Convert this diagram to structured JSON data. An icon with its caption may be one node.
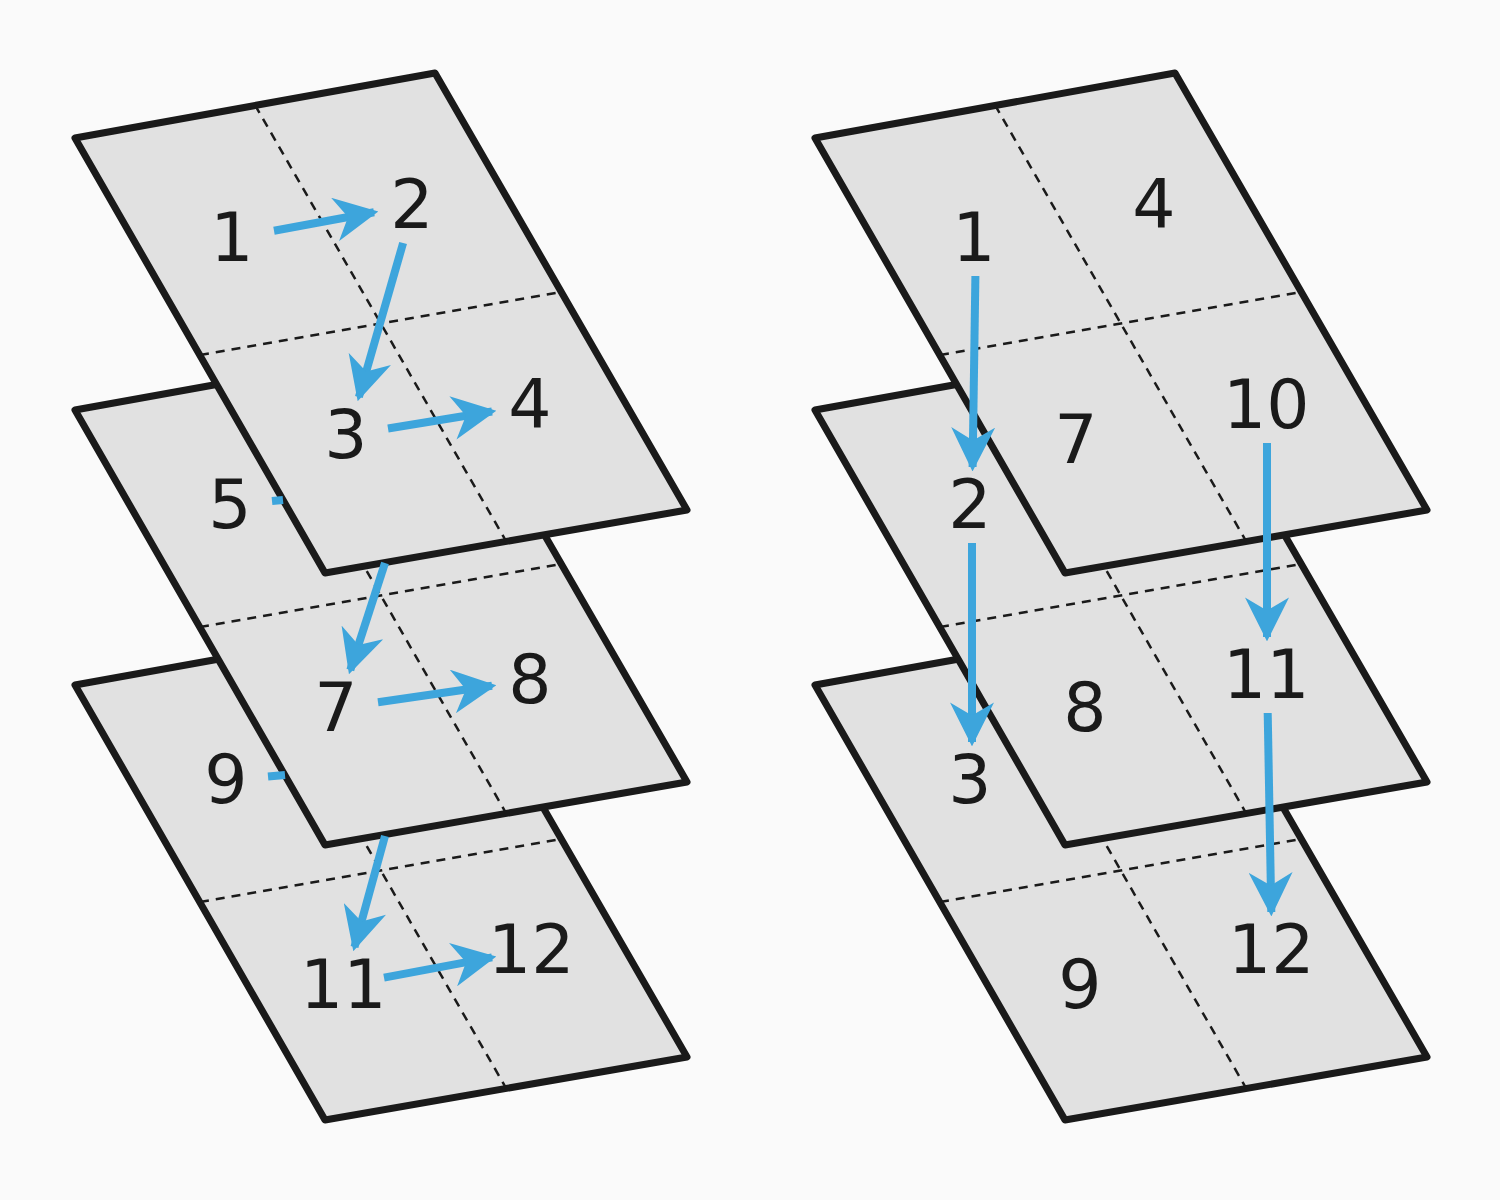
{
  "diagram": {
    "nodes": [
      {
        "text": [],
        "shape": "box"
      },
      {
        "text": [
          "1"
        ],
        "in": 0
      },
      {
        "text": [
          "2"
        ],
        "in": 0
      },
      {
        "text": [
          "3"
        ]
      },
      {
        "text": [
          "4"
        ],
        "in": 0
      },
      {
        "text": [],
        "shape": "box"
      },
      {
        "text": [
          "5"
        ],
        "in": 5
      },
      {
        "text": [
          "7"
        ]
      },
      {
        "text": [
          "8"
        ],
        "in": 5
      },
      {
        "text": [],
        "shape": "box"
      },
      {
        "text": [
          "9"
        ],
        "in": 9
      },
      {
        "text": [
          "11"
        ],
        "in": 9
      },
      {
        "text": [
          "12"
        ],
        "in": 9
      },
      {
        "text": [],
        "shape": "box"
      },
      {
        "text": [
          "1"
        ],
        "in": 13
      },
      {
        "text": [
          "4"
        ],
        "in": 13
      },
      {
        "text": [
          "7"
        ]
      },
      {
        "text": [
          "10"
        ],
        "in": 13
      },
      {
        "text": [],
        "shape": "box"
      },
      {
        "text": [
          "2"
        ],
        "in": 18
      },
      {
        "text": [
          "8"
        ]
      },
      {
        "text": [
          "11"
        ],
        "in": 18
      },
      {
        "text": [],
        "shape": "box"
      },
      {
        "text": [
          "3"
        ],
        "in": 22
      },
      {
        "text": [
          "9"
        ],
        "in": 22
      },
      {
        "text": [
          "12"
        ],
        "in": 22
      }
    ],
    "edges": [
      {
        "from": 1,
        "to": 2,
        "arrow": "to"
      },
      {
        "from": 2,
        "to": 3,
        "arrow": "to"
      },
      {
        "from": 3,
        "to": 4,
        "arrow": "to"
      },
      {
        "from": 6,
        "to": 0,
        "arrow": "none"
      },
      {
        "from": 0,
        "to": 7,
        "arrow": "to"
      },
      {
        "from": 7,
        "to": 8,
        "arrow": "to"
      },
      {
        "from": 10,
        "to": 5,
        "arrow": "none"
      },
      {
        "from": 5,
        "to": 11,
        "arrow": "to"
      },
      {
        "from": 11,
        "to": 12,
        "arrow": "to"
      },
      {
        "from": 14,
        "to": 19,
        "arrow": "to"
      },
      {
        "from": 19,
        "to": 23,
        "arrow": "to"
      },
      {
        "from": 17,
        "to": 21,
        "arrow": "to"
      },
      {
        "from": 21,
        "to": 25,
        "arrow": "to"
      }
    ]
  }
}
